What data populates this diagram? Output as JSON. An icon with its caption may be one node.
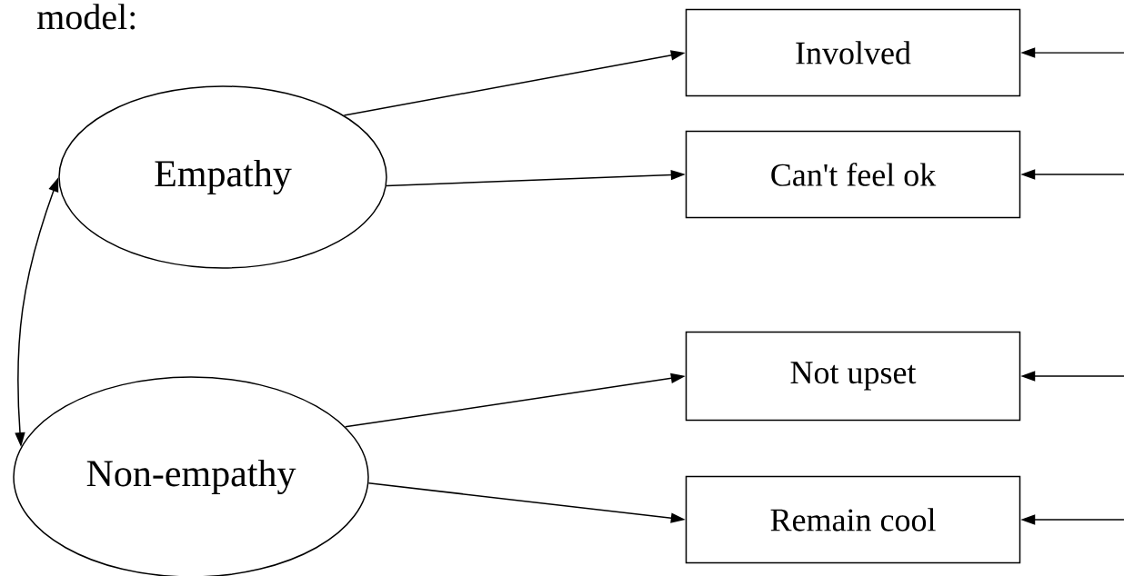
{
  "diagram": {
    "title": "model:",
    "nodes": [
      {
        "text": [
          "Empathy"
        ]
      },
      {
        "text": [
          "Non-empathy"
        ]
      },
      {
        "text": [
          "Involved"
        ]
      },
      {
        "text": [
          "Can't feel ok"
        ]
      },
      {
        "text": [
          "Not upset"
        ]
      },
      {
        "text": [
          "Remain cool"
        ]
      }
    ],
    "edges": [
      {
        "from": 0,
        "to": 2,
        "arrow": "to"
      },
      {
        "from": 0,
        "to": 3,
        "arrow": "to"
      },
      {
        "from": 1,
        "to": 4,
        "arrow": "to"
      },
      {
        "from": 1,
        "to": 5,
        "arrow": "to"
      },
      {
        "from": 0,
        "to": 1,
        "arrow": "both"
      },
      {
        "from": null,
        "to": 2,
        "arrow": "to"
      },
      {
        "from": null,
        "to": 3,
        "arrow": "to"
      },
      {
        "from": null,
        "to": 4,
        "arrow": "to"
      },
      {
        "from": null,
        "to": 5,
        "arrow": "to"
      }
    ]
  }
}
